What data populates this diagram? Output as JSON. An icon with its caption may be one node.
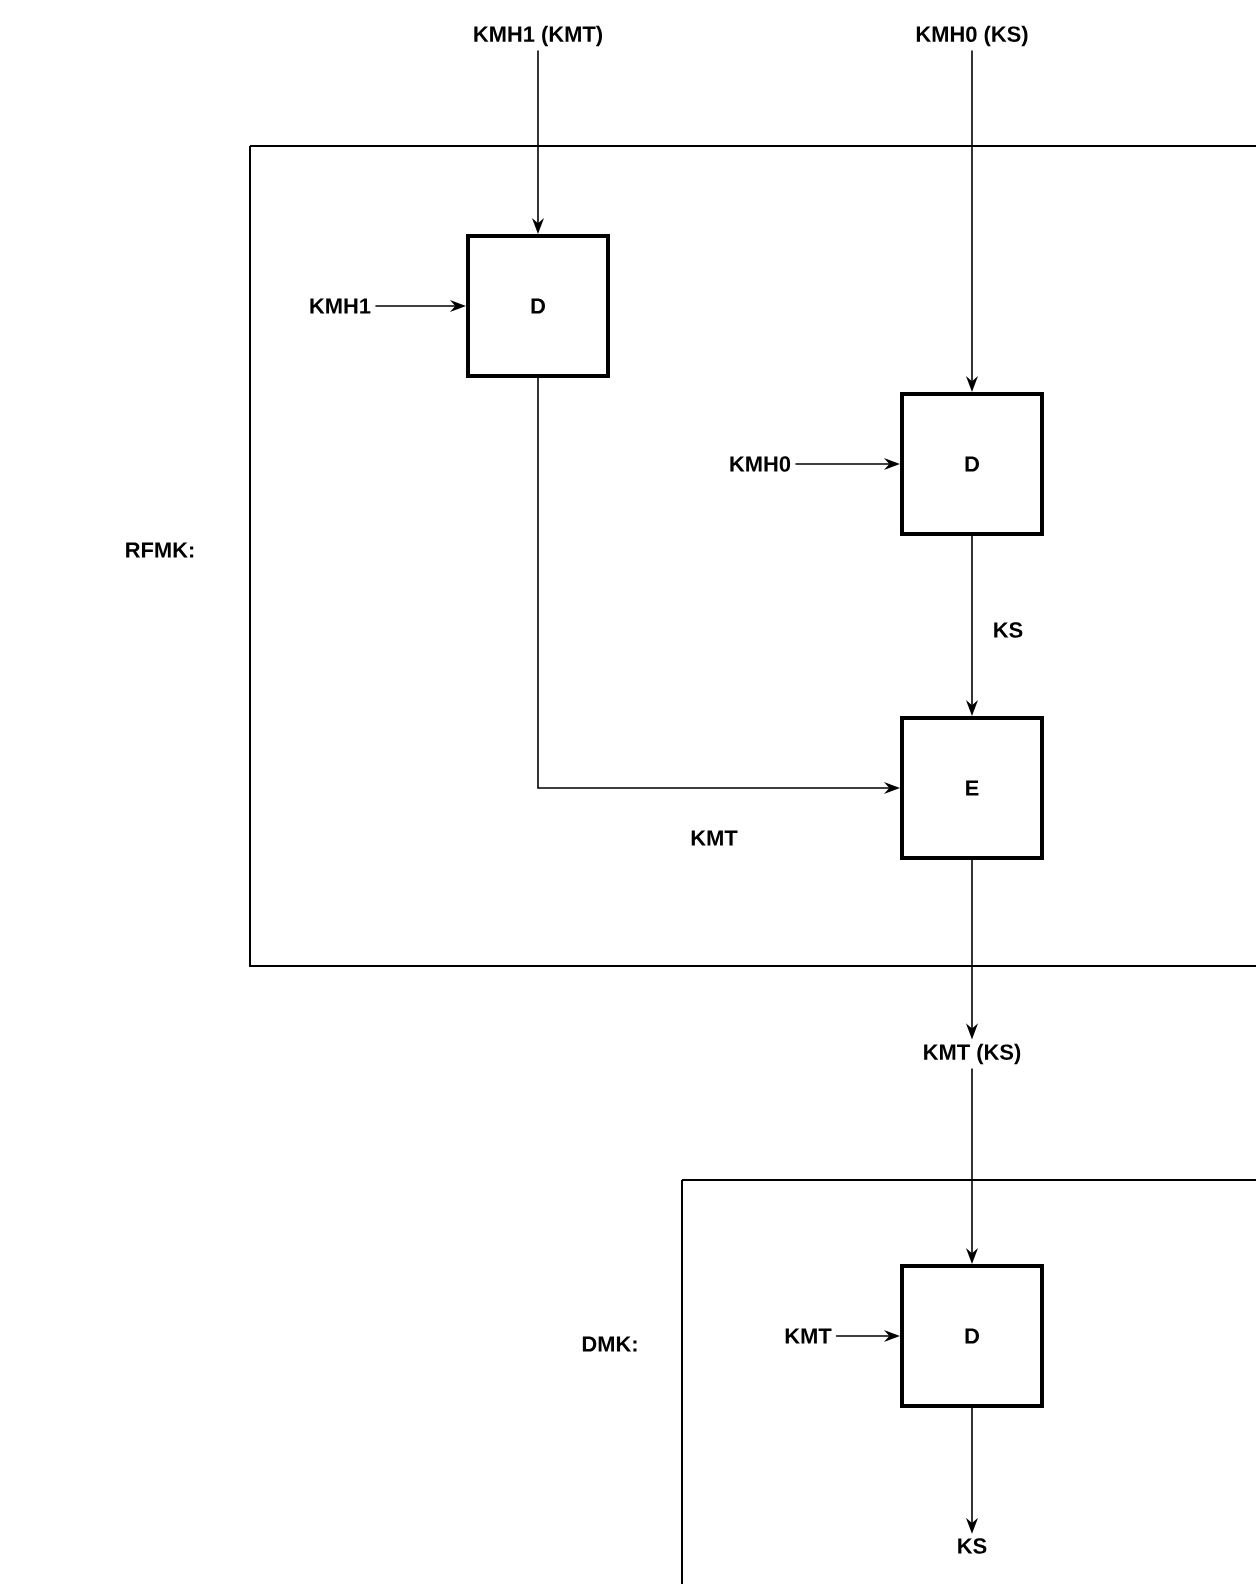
{
  "diagram": {
    "nodes": [
      {
        "text": [
          "RFMK:"
        ]
      },
      {
        "text": [
          "KMH1 (KMT)"
        ]
      },
      {
        "text": [
          "KMH0 (KS)"
        ]
      },
      {
        "text": [
          "D"
        ],
        "in": 0
      },
      {
        "text": [
          "KMH1"
        ],
        "in": 0
      },
      {
        "text": [
          "D"
        ],
        "in": 0
      },
      {
        "text": [
          "KMH0"
        ],
        "in": 0
      },
      {
        "text": [
          "E"
        ],
        "in": 0
      },
      {
        "text": [
          "KMT (KS)"
        ]
      },
      {
        "text": [
          "DMK:"
        ]
      },
      {
        "text": [
          "KMT"
        ],
        "in": 9
      },
      {
        "text": [
          "D"
        ],
        "in": 9
      },
      {
        "text": [
          "KS"
        ],
        "in": 9
      }
    ],
    "edges": [
      {
        "from": 1,
        "to": 3,
        "arrow": "to"
      },
      {
        "from": 4,
        "to": 3,
        "arrow": "to"
      },
      {
        "from": 2,
        "to": 5,
        "arrow": "to"
      },
      {
        "from": 6,
        "to": 5,
        "arrow": "to"
      },
      {
        "from": 5,
        "to": 7,
        "arrow": "to",
        "label": "KS"
      },
      {
        "from": 3,
        "to": 7,
        "arrow": "to",
        "label": "KMT"
      },
      {
        "from": 7,
        "to": 8,
        "arrow": "to"
      },
      {
        "from": 8,
        "to": 11,
        "arrow": "to"
      },
      {
        "from": 10,
        "to": 11,
        "arrow": "to"
      },
      {
        "from": 11,
        "to": 12,
        "arrow": "to"
      }
    ]
  }
}
